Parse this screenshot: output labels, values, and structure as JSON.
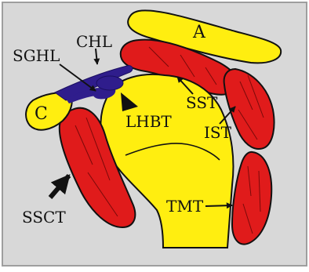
{
  "colors": {
    "background": "#d8d8d8",
    "frame": "#9e9e9e",
    "bone_yellow": "#ffee10",
    "muscle_red": "#e01b1b",
    "ligament_blue": "#2f1d8c",
    "outline": "#111111"
  },
  "labels": {
    "acromion": "A",
    "coracoid": "C",
    "chl": "CHL",
    "sghl": "SGHL",
    "lhbt": "LHBT",
    "sst": "SST",
    "ist": "IST",
    "ssct": "SSCT",
    "tmt": "TMT"
  }
}
